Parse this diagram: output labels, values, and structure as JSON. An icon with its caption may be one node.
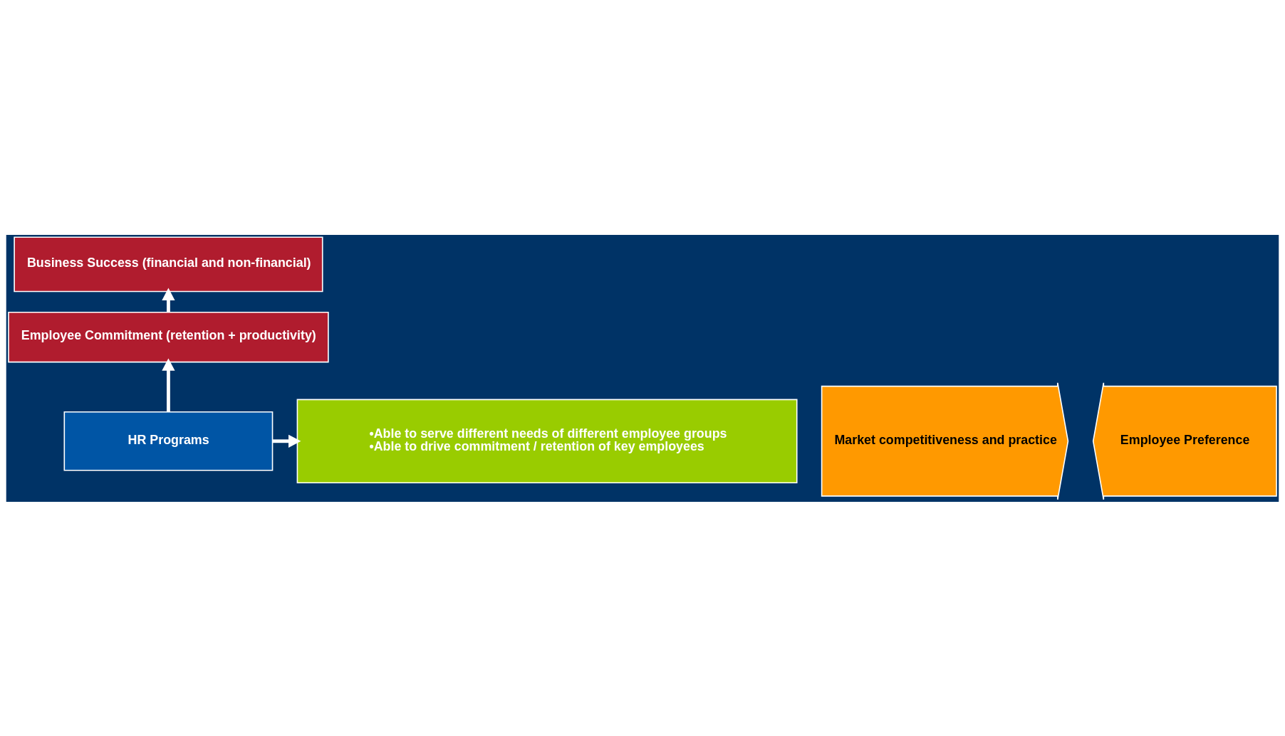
{
  "diagram": {
    "nodes": [
      {
        "text": [
          "Business Success (financial and non-financial)"
        ]
      },
      {
        "text": [
          "Employee Commitment (retention + productivity)"
        ]
      },
      {
        "text": [
          "HR Programs"
        ]
      },
      {
        "text": [
          "Market competitiveness and practice"
        ]
      },
      {
        "text": [
          "Employee Preference"
        ]
      },
      {
        "text": [
          "•Able to serve different needs of different employee groups",
          "•Able to drive commitment / retention of key employees"
        ]
      }
    ],
    "edges": [
      {
        "from": 2,
        "to": 1,
        "arrow": "to"
      },
      {
        "from": 1,
        "to": 0,
        "arrow": "to"
      },
      {
        "from": 2,
        "to": 5,
        "arrow": "to"
      }
    ]
  }
}
